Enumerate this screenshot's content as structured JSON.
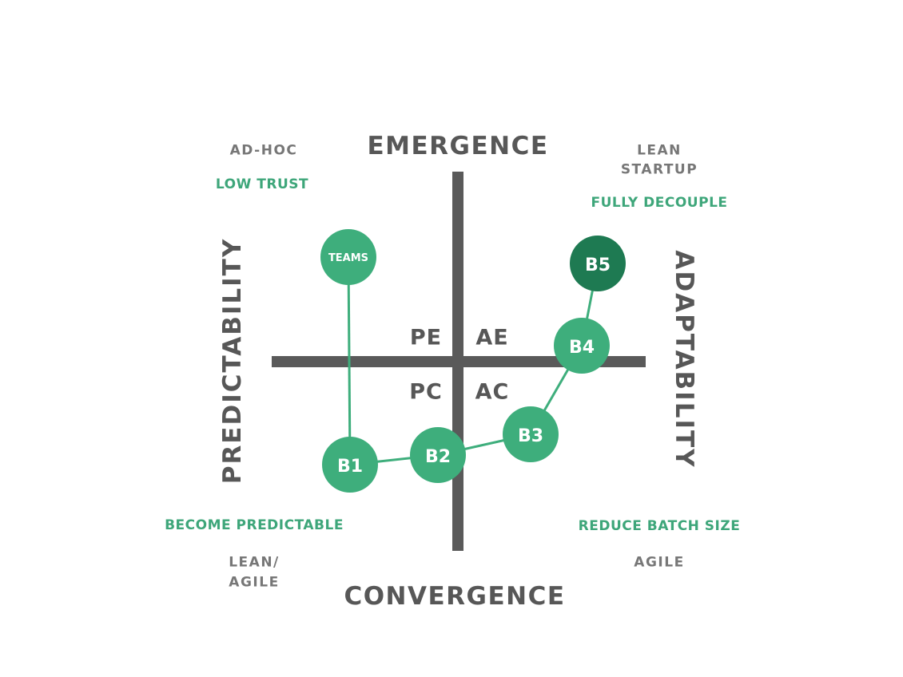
{
  "axes": {
    "top": "EMERGENCE",
    "bottom": "CONVERGENCE",
    "left": "PREDICTABILITY",
    "right": "ADAPTABILITY"
  },
  "quadrants": {
    "top_left": {
      "name": "AD-HOC",
      "strategy": "LOW TRUST"
    },
    "top_right": {
      "name_line1": "LEAN",
      "name_line2": "STARTUP",
      "strategy": "FULLY DECOUPLE"
    },
    "bottom_left": {
      "name_line1": "LEAN/",
      "name_line2": "AGILE",
      "strategy": "BECOME PREDICTABLE"
    },
    "bottom_right": {
      "name": "AGILE",
      "strategy": "REDUCE BATCH SIZE"
    }
  },
  "center_labels": {
    "pe": "PE",
    "ae": "AE",
    "pc": "PC",
    "ac": "AC"
  },
  "nodes": [
    {
      "id": "teams",
      "label": "TEAMS"
    },
    {
      "id": "b1",
      "label": "B1"
    },
    {
      "id": "b2",
      "label": "B2"
    },
    {
      "id": "b3",
      "label": "B3"
    },
    {
      "id": "b4",
      "label": "B4"
    },
    {
      "id": "b5",
      "label": "B5"
    }
  ],
  "colors": {
    "axis": "#5a5a5a",
    "node_green": "#3eae7c",
    "node_dark_green": "#1e7a52",
    "accent_text": "#3ea67a",
    "muted_text": "#777777"
  }
}
